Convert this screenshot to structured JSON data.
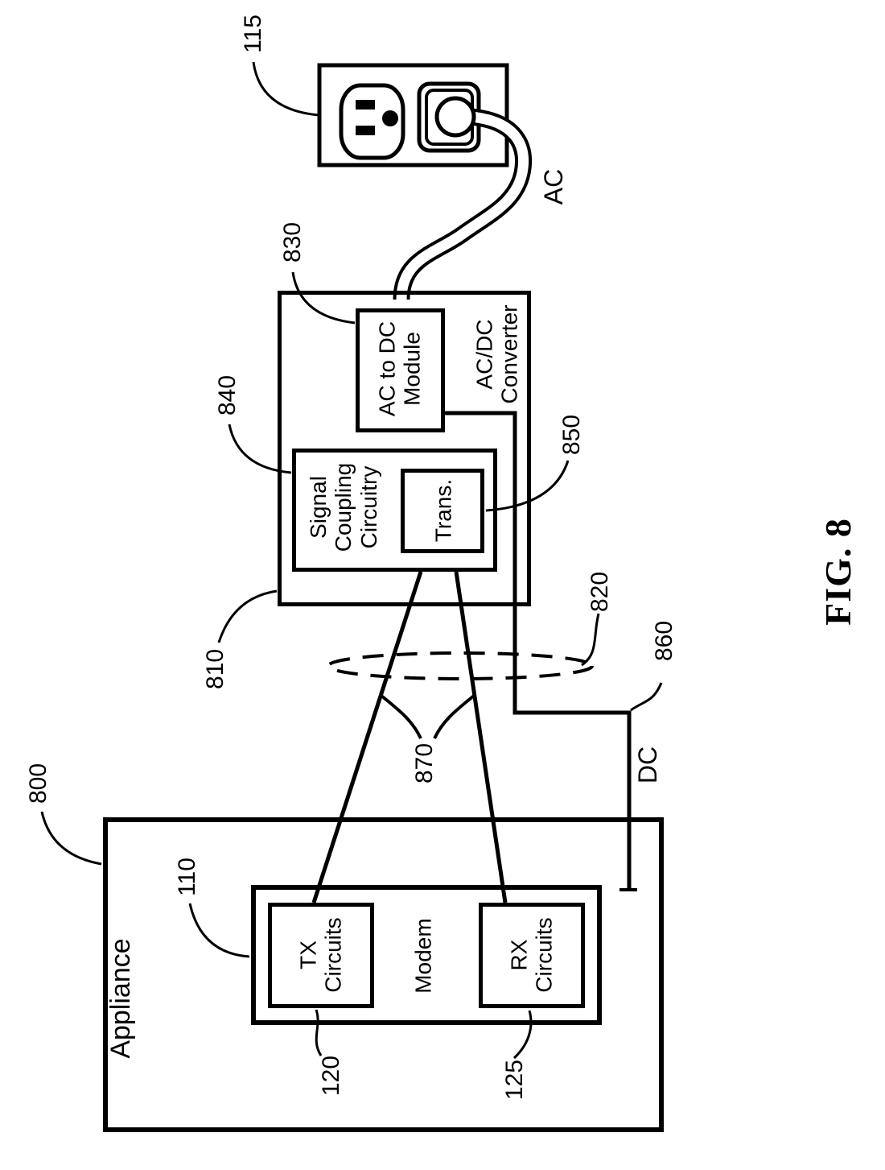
{
  "figure_label": "FIG. 8",
  "colors": {
    "ink": "#000000",
    "paper": "#ffffff"
  },
  "reference_numerals": {
    "outlet": "115",
    "converter": "810",
    "ac_dc_module": "830",
    "signal_coupling": "840",
    "transformer": "850",
    "power_line": "820",
    "dc_line": "860",
    "signal_paths": "870",
    "appliance": "800",
    "modem": "110",
    "tx": "120",
    "rx": "125"
  },
  "wire_labels": {
    "ac": "AC",
    "dc": "DC"
  },
  "blocks": {
    "ac_dc_module": "AC to DC\nModule",
    "converter": "AC/DC\nConverter",
    "signal_coupling": "Signal\nCoupling\nCircuitry",
    "transformer": "Trans.",
    "appliance": "Appliance",
    "modem": "Modem",
    "tx": "TX\nCircuits",
    "rx": "RX\nCircuits"
  }
}
